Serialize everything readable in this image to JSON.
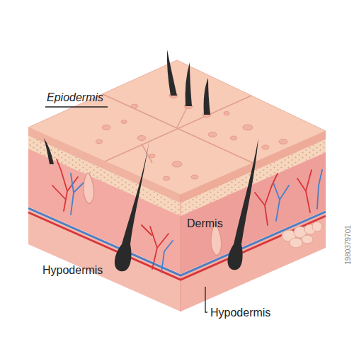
{
  "diagram": {
    "labels": [
      "Epiodermis",
      "Dermis",
      "Hypodermis",
      "Hypodermis",
      "1980379701"
    ]
  }
}
